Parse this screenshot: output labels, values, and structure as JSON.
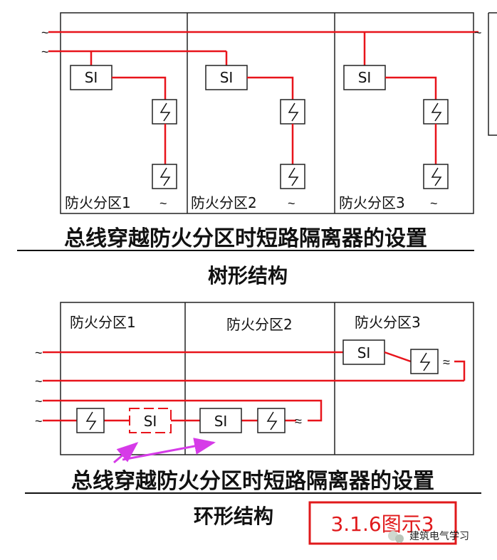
{
  "tree": {
    "zones": [
      "防火分区1",
      "防火分区2",
      "防火分区3"
    ],
    "device_label": "SI",
    "heading": "总线穿越防火分区时短路隔离器的设置",
    "subheading": "树形结构"
  },
  "ring": {
    "zones": [
      "防火分区1",
      "防火分区2",
      "防火分区3"
    ],
    "device_label": "SI",
    "heading": "总线穿越防火分区时短路隔离器的设置",
    "subheading": "环形结构"
  },
  "badge": "3.1.6图示3",
  "watermark": "建筑电气学习",
  "colors": {
    "bus": "#e8141b",
    "arrow": "#d63be8",
    "frame": "#222222"
  }
}
